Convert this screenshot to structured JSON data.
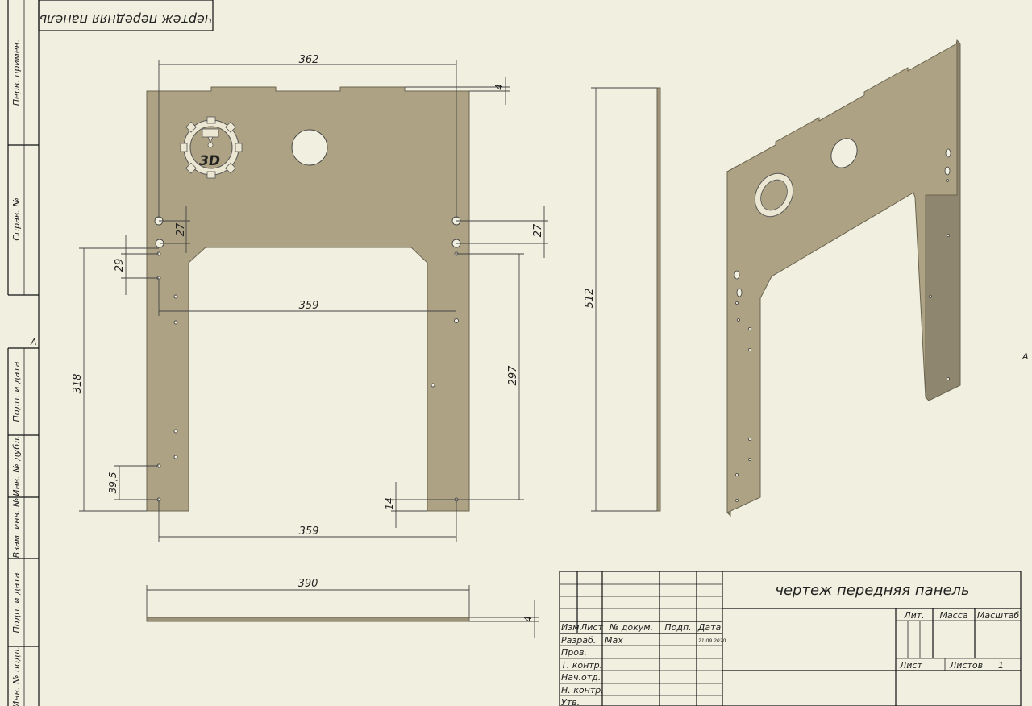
{
  "drawing": {
    "title": "чертеж передняя панель",
    "mirrored_title": "чертеж передняя панель",
    "logo_text": "3D",
    "zone_marker_left": "A",
    "zone_marker_right": "A"
  },
  "side_columns": [
    "Перв. примен.",
    "Справ. №",
    "Подп. и дата",
    "Инв. № дубл.",
    "Взам. инв. №",
    "Подп. и дата",
    "Инв. № подл."
  ],
  "dimensions": {
    "top_width": "362",
    "tab_height": "4",
    "hole_spacing_left": "27",
    "hole_spacing_right": "27",
    "hole_offset": "29",
    "inner_width": "359",
    "left_height": "318",
    "right_height": "297",
    "bottom_hole": "39,5",
    "foot_offset": "14",
    "bottom_width": "359",
    "side_height": "512",
    "edge_width": "390",
    "edge_thickness": "4"
  },
  "title_block": {
    "headers": [
      "Изм.",
      "Лист",
      "№ докум.",
      "Подп.",
      "Дата"
    ],
    "rows": [
      {
        "role": "Разраб.",
        "name": "Max",
        "date": "21.09.2020"
      },
      {
        "role": "Пров.",
        "name": "",
        "date": ""
      },
      {
        "role": "Т. контр.",
        "name": "",
        "date": ""
      },
      {
        "role": "Нач.отд.",
        "name": "",
        "date": ""
      },
      {
        "role": "Н. контр.",
        "name": "",
        "date": ""
      },
      {
        "role": "Утв.",
        "name": "",
        "date": ""
      }
    ],
    "lit_label": "Лит.",
    "mass_label": "Масса",
    "scale_label": "Масштаб",
    "sheet_label": "Лист",
    "sheets_label": "Листов",
    "sheets_value": "1"
  }
}
